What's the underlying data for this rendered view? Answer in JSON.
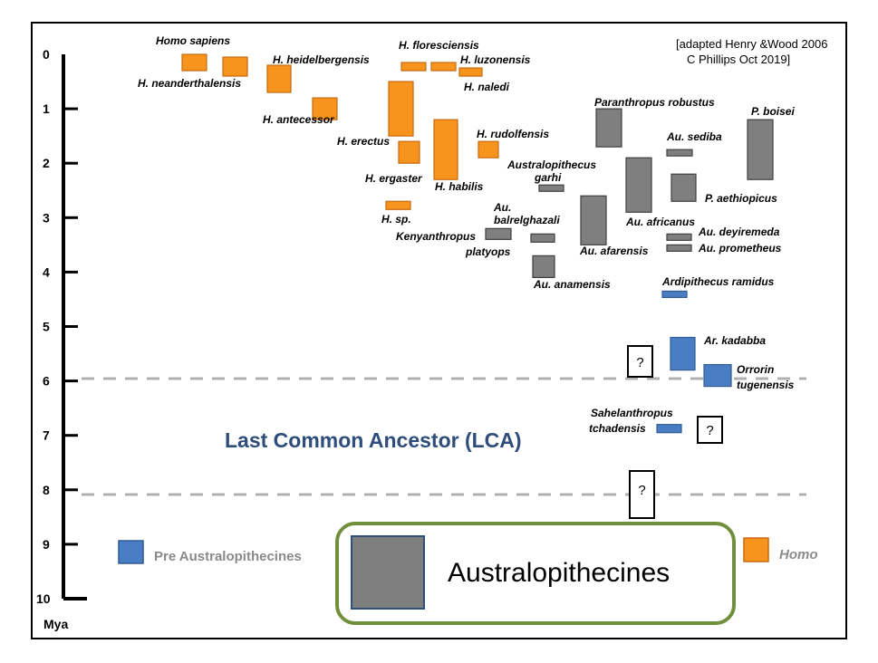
{
  "colors": {
    "homo": "#f7941d",
    "homo_stroke": "#c86a10",
    "australopithecine": "#7f7f7f",
    "australopithecine_stroke": "#404040",
    "pre_australopithecine": "#4a7ec4",
    "pre_australopithecine_stroke": "#2f5a94",
    "legend_frame": "#6f8f3a",
    "lca_text": "#2e4d7a",
    "dashed": "#b0b0b0"
  },
  "credit": {
    "line1": "[adapted Henry &Wood 2006",
    "line2": "C Phillips Oct 2019]"
  },
  "axis": {
    "ticks": [
      "0",
      "1",
      "2",
      "3",
      "4",
      "5",
      "6",
      "7",
      "8",
      "9",
      "10"
    ],
    "unit": "Mya"
  },
  "lca": {
    "label": "Last Common Ancestor (LCA)",
    "range": [
      6,
      8
    ]
  },
  "legend": {
    "pre": "Pre Australopithecines",
    "australopithecines": "Australopithecines",
    "homo": "Homo"
  },
  "question_marks": [
    "?",
    "?",
    "?"
  ],
  "species": [
    {
      "lines": [
        "Homo sapiens"
      ],
      "group": "homo",
      "range": [
        0.0,
        0.3
      ]
    },
    {
      "lines": [
        "H. neanderthalensis"
      ],
      "group": "homo",
      "range": [
        0.05,
        0.4
      ]
    },
    {
      "lines": [
        "H. heidelbergensis"
      ],
      "group": "homo",
      "range": [
        0.2,
        0.7
      ]
    },
    {
      "lines": [
        "H. antecessor"
      ],
      "group": "homo",
      "range": [
        0.8,
        1.2
      ]
    },
    {
      "lines": [
        "H. floresciensis"
      ],
      "group": "homo",
      "range": [
        0.15,
        0.3
      ]
    },
    {
      "lines": [
        "H. luzonensis"
      ],
      "group": "homo",
      "range": [
        0.15,
        0.3
      ]
    },
    {
      "lines": [
        "H. naledi"
      ],
      "group": "homo",
      "range": [
        0.25,
        0.4
      ]
    },
    {
      "lines": [
        "H. erectus"
      ],
      "group": "homo",
      "range": [
        0.5,
        1.5
      ]
    },
    {
      "lines": [
        "H. ergaster"
      ],
      "group": "homo",
      "range": [
        1.6,
        2.0
      ]
    },
    {
      "lines": [
        "H. habilis"
      ],
      "group": "homo",
      "range": [
        1.2,
        2.3
      ]
    },
    {
      "lines": [
        "H. rudolfensis"
      ],
      "group": "homo",
      "range": [
        1.6,
        1.9
      ]
    },
    {
      "lines": [
        "H. sp."
      ],
      "group": "homo",
      "range": [
        2.7,
        2.85
      ]
    },
    {
      "lines": [
        "Australopithecus",
        "garhi"
      ],
      "group": "australopithecine",
      "range": [
        2.4,
        2.5
      ]
    },
    {
      "lines": [
        "Au.",
        "balrelghazali"
      ],
      "group": "australopithecine",
      "range": [
        3.3,
        3.45
      ]
    },
    {
      "lines": [
        "Kenyanthropus",
        "platyops"
      ],
      "group": "australopithecine",
      "range": [
        3.2,
        3.4
      ]
    },
    {
      "lines": [
        "Au. anamensis"
      ],
      "group": "australopithecine",
      "range": [
        3.7,
        4.1
      ]
    },
    {
      "lines": [
        "Au. afarensis"
      ],
      "group": "australopithecine",
      "range": [
        2.6,
        3.5
      ]
    },
    {
      "lines": [
        "Paranthropus  robustus"
      ],
      "group": "australopithecine",
      "range": [
        1.0,
        1.7
      ]
    },
    {
      "lines": [
        "Au. africanus"
      ],
      "group": "australopithecine",
      "range": [
        1.9,
        2.9
      ]
    },
    {
      "lines": [
        "Au. sediba"
      ],
      "group": "australopithecine",
      "range": [
        1.75,
        1.85
      ]
    },
    {
      "lines": [
        "P. aethiopicus"
      ],
      "group": "australopithecine",
      "range": [
        2.2,
        2.7
      ]
    },
    {
      "lines": [
        "P. boisei"
      ],
      "group": "australopithecine",
      "range": [
        1.2,
        2.3
      ]
    },
    {
      "lines": [
        "Au. deyiremeda"
      ],
      "group": "australopithecine",
      "range": [
        3.3,
        3.4
      ]
    },
    {
      "lines": [
        "Au. prometheus"
      ],
      "group": "australopithecine",
      "range": [
        3.5,
        3.6
      ]
    },
    {
      "lines": [
        "Ardipithecus ramidus"
      ],
      "group": "pre_australopithecine",
      "range": [
        4.35,
        4.45
      ]
    },
    {
      "lines": [
        "Ar. kadabba"
      ],
      "group": "pre_australopithecine",
      "range": [
        5.2,
        5.8
      ]
    },
    {
      "lines": [
        "Orrorin",
        "tugenensis"
      ],
      "group": "pre_australopithecine",
      "range": [
        5.7,
        6.1
      ]
    },
    {
      "lines": [
        "Sahelanthropus",
        "tchadensis"
      ],
      "group": "pre_australopithecine",
      "range": [
        6.8,
        6.95
      ]
    }
  ]
}
